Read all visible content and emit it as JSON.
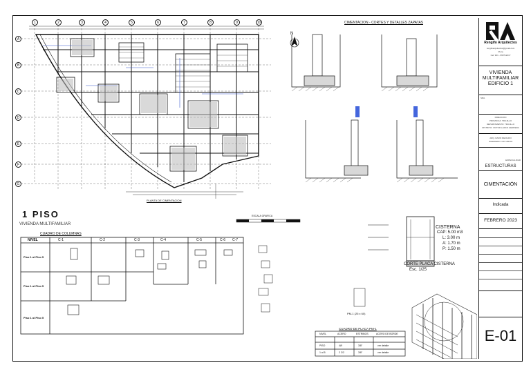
{
  "title_block": {
    "firm_name": "Rengifo Arquitectos",
    "firm_email": "rengifoarquitectos@gmail.com",
    "firm_city": "Piura",
    "firm_phone": "Cel: 921 - 669712217",
    "project_name_line1": "VIVIENDA",
    "project_name_line2": "MULTIFAMILIAR",
    "project_name_line3": "EDIFICIO 1",
    "owner_label": "SRA.",
    "location_lines": [
      "DIRECCION",
      "PROVINCIA: TRUJILLO",
      "DEPARTAMENTO: TRUJILLO",
      "DISTRITO: VICTOR LARCO HERRERA"
    ],
    "designer_lines": [
      "ARQ. DAVID RENGIFO",
      "INGENIERO: CIP 165478"
    ],
    "specialty_label": "ESPECIALIDAD",
    "specialty": "ESTRUCTURAS",
    "sheet_title": "CIMENTACIÓN",
    "scale": "Indicada",
    "date": "FEBRERO  2023",
    "sheet_number": "E-01"
  },
  "plan": {
    "title": "1 PISO",
    "subtitle": "VIVIENDA MULTIFAMILIAR",
    "plan_caption": "PLANTA DE CIMENTACION",
    "scale_bar_label": "ESCALA GRAFICA",
    "grid_top": [
      "1",
      "2",
      "3",
      "4",
      "5",
      "6",
      "7",
      "8",
      "9",
      "10"
    ],
    "grid_left": [
      "A",
      "B",
      "C",
      "D",
      "E",
      "F",
      "G"
    ],
    "north": "N"
  },
  "details": {
    "top_title": "CIMENTACION - CORTES Y DETALLES ZAPATAS",
    "cistern_title": "CISTERNA",
    "cistern_cap": "CAP: 5.00 m3",
    "cistern_l": "L: 3.00 m",
    "cistern_a": "A:   1.70 m",
    "cistern_p": "P:   1.50 m",
    "cistern_section": "CORTE  PLACA  CISTERNA",
    "cistern_scale": "Esc.  1/25",
    "column_title": "CUADRO  DE  COLUMNAS",
    "column_headers": [
      "NIVEL",
      "C-1",
      "C-2",
      "C-3",
      "C-4",
      "C-5",
      "C-6",
      "C-7"
    ],
    "column_rows": [
      "Piso 1 al Piso 5",
      "Piso 1 al Piso 5",
      "Piso 1 al Piso 5"
    ],
    "plate_table_title": "CUADRO  DE  PLACA  PM-1",
    "plate_headers": [
      "NIVEL",
      "ACERO",
      "ESTRIBOS",
      "ACERO DE BORDE"
    ],
    "plate_rows": [
      [
        "PISO",
        "4Ø",
        "3/8\"",
        "ver detalle"
      ],
      [
        "1 al 5",
        "2 2/2",
        "3/8\"",
        "ver detalle"
      ]
    ],
    "plate_detail_caption": "PM-1 (25 x 60)"
  }
}
